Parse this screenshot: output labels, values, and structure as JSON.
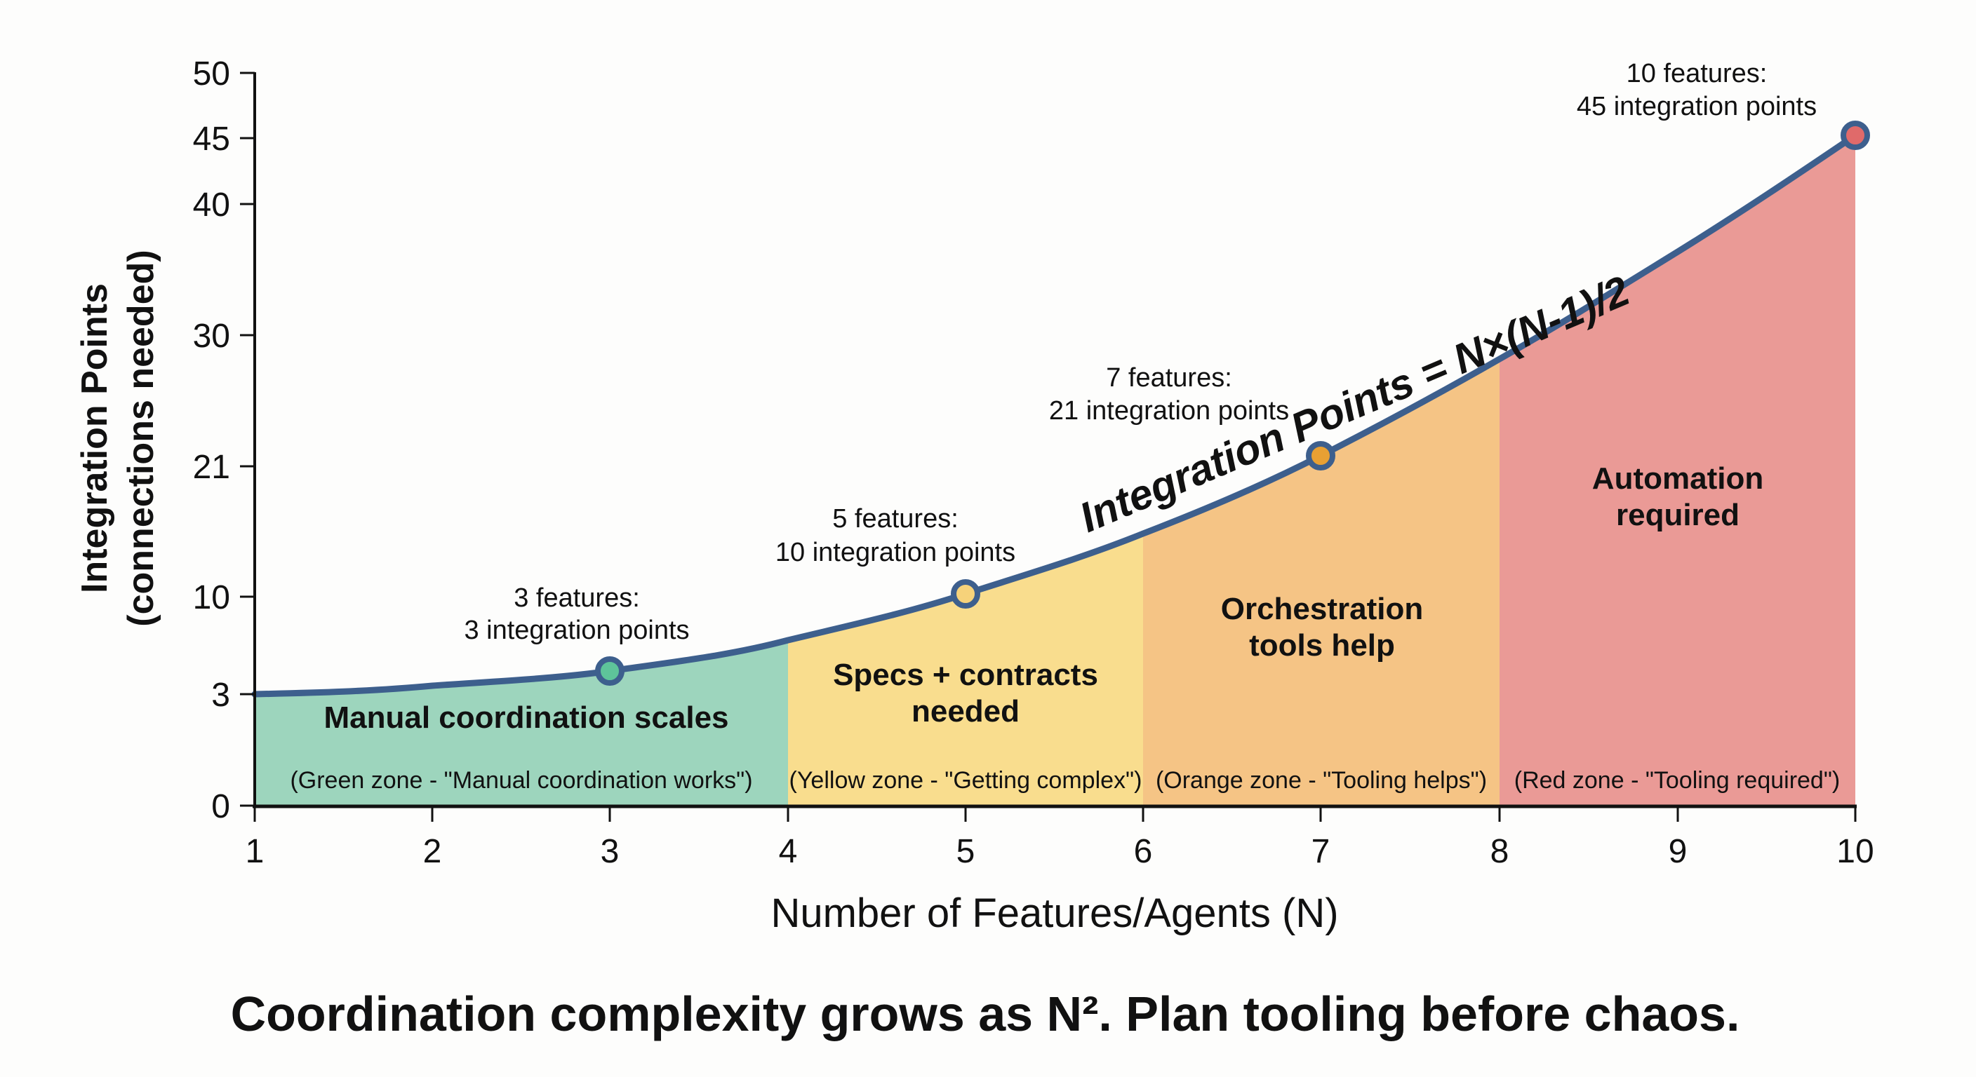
{
  "chart_data": {
    "type": "area",
    "title": "Coordination complexity grows as N². Plan tooling before chaos.",
    "xlabel": "Number of Features/Agents (N)",
    "ylabel": [
      "Integration Points",
      "(connections needed)"
    ],
    "x_ticks": [
      "1",
      "2",
      "3",
      "4",
      "5",
      "6",
      "7",
      "8",
      "9",
      "10"
    ],
    "y_ticks": [
      "50",
      "45",
      "40",
      "30",
      "21",
      "10",
      "3",
      "0"
    ],
    "xlim": [
      1,
      10
    ],
    "ylim": [
      0,
      50
    ],
    "formula_label": "Integration Points = N×(N-1)/2",
    "series": [
      {
        "name": "Integration Points",
        "x": [
          1,
          2,
          3,
          4,
          5,
          6,
          7,
          8,
          9,
          10
        ],
        "values": [
          0,
          1,
          3,
          6,
          10,
          15,
          21,
          28,
          36,
          45
        ]
      }
    ],
    "highlighted_points": [
      {
        "x": 3,
        "y": 3,
        "label_line1": "3 features:",
        "label_line2": "3 integration points",
        "marker_color": "#5ec49a"
      },
      {
        "x": 5,
        "y": 10,
        "label_line1": "5 features:",
        "label_line2": "10 integration points",
        "marker_color": "#f6d27a"
      },
      {
        "x": 7,
        "y": 21,
        "label_line1": "7 features:",
        "label_line2": "21 integration points",
        "marker_color": "#e8a033"
      },
      {
        "x": 10,
        "y": 45,
        "label_line1": "10 features:",
        "label_line2": "45 integration points",
        "marker_color": "#e06a6a"
      }
    ],
    "zones": [
      {
        "range": [
          1,
          4
        ],
        "color": "#9dd5bd",
        "title": [
          "Manual coordination scales"
        ],
        "note": "(Green zone - \"Manual coordination works\")"
      },
      {
        "range": [
          4,
          6
        ],
        "color": "#f9dd8e",
        "title": [
          "Specs + contracts",
          "needed"
        ],
        "note": "(Yellow zone - \"Getting complex\")"
      },
      {
        "range": [
          6,
          8
        ],
        "color": "#f5c485",
        "title": [
          "Orchestration",
          "tools help"
        ],
        "note": "(Orange zone - \"Tooling helps\")"
      },
      {
        "range": [
          8,
          10
        ],
        "color": "#ea9a96",
        "title": [
          "Automation",
          "required"
        ],
        "note": "(Red zone - \"Tooling required\")"
      }
    ],
    "line_color": "#3d5f8d",
    "grid": false,
    "legend": "none"
  }
}
